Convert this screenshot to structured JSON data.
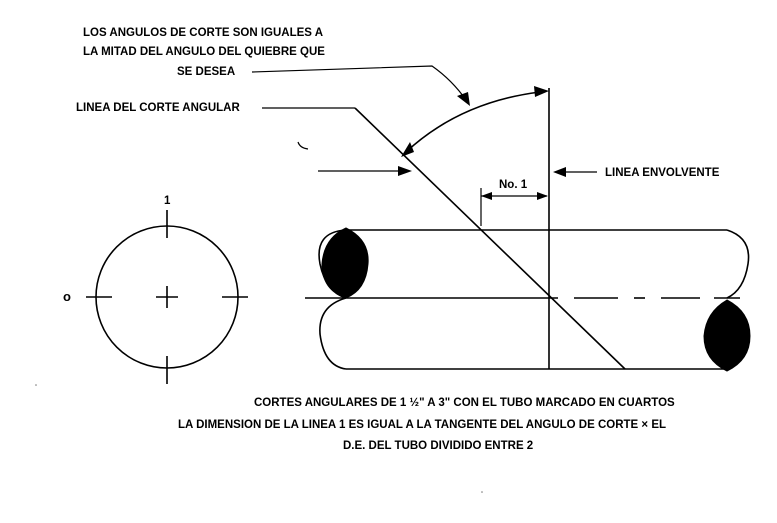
{
  "annotations": {
    "angle_note_line1": "LOS ANGULOS DE CORTE SON IGUALES A",
    "angle_note_line2": "LA MITAD DEL ANGULO DEL QUIEBRE QUE",
    "angle_note_line3": "SE DESEA",
    "cut_line_label": "LINEA DEL CORTE ANGULAR",
    "wrap_line_label": "LINEA ENVOLVENTE",
    "dimension_label": "No. 1",
    "quarter_mark_top": "1",
    "quarter_mark_left": "o"
  },
  "caption": {
    "line1": "CORTES ANGULARES DE 1 ½\" A 3\" CON EL TUBO MARCADO EN CUARTOS",
    "line2": "LA DIMENSION DE LA LINEA 1 ES IGUAL A LA TANGENTE DEL ANGULO DE CORTE × EL",
    "line3": "D.E. DEL TUBO DIVIDIDO ENTRE 2"
  }
}
